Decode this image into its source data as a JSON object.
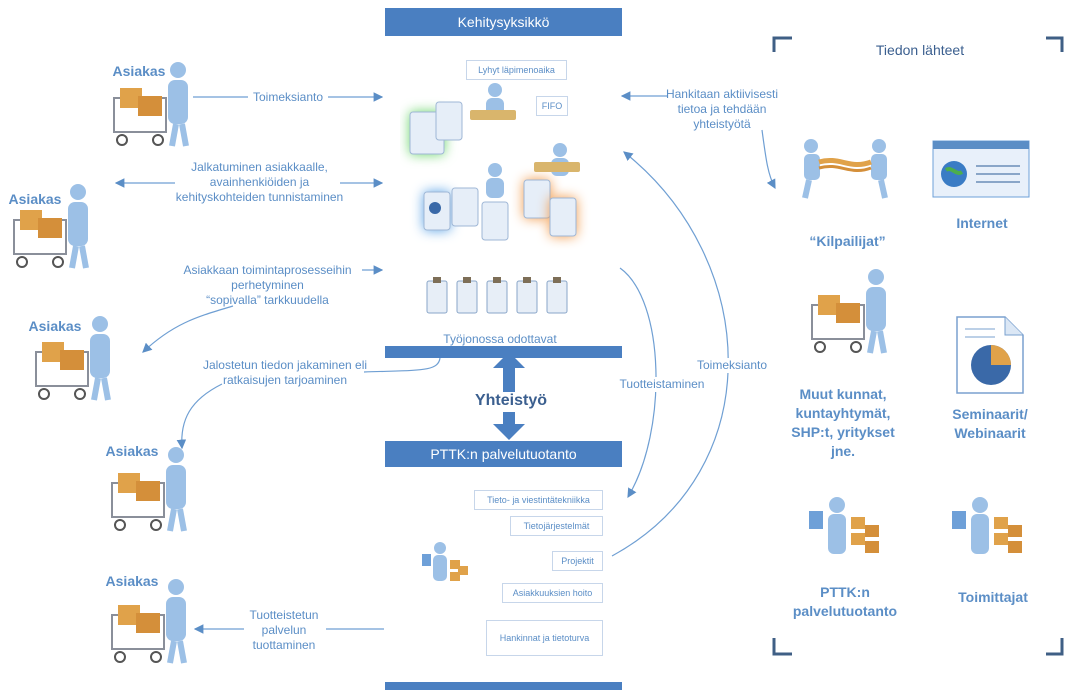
{
  "center": {
    "top_title": "Kehitysyksikkö",
    "tags": {
      "lyhyt": "Lyhyt läpimenoaika",
      "fifo": "FIFO"
    },
    "queue_label": "Työjonossa odottavat",
    "collaboration": "Yhteistyö",
    "production_title": "PTTK:n palvelutuotanto",
    "services": [
      "Tieto- ja viestintätekniikka",
      "Tietojärjestelmät",
      "Projektit",
      "Asiakkuuksien hoito",
      "Hankinnat ja tietoturva"
    ]
  },
  "customers": [
    "Asiakas",
    "Asiakas",
    "Asiakas",
    "Asiakas",
    "Asiakas"
  ],
  "flows": {
    "toimeksianto_left": "Toimeksianto",
    "jalkautuminen": "Jalkatuminen asiakkaalle,\navainhenkiöiden ja\nkehityskohteiden tunnistaminen",
    "perehtyminen": "Asiakkaan toimintaprosesseihin\nperhetyminen\n“sopivalla” tarkkuudella",
    "jakaminen": "Jalostetun tiedon jakaminen eli\nratkaisujen tarjoaminen",
    "tuottaminen": "Tuotteistetun\npalvelun\ntuottaminen",
    "hankitaan": "Hankitaan aktiivisesti\ntietoa ja tehdään\nyhteistyötä",
    "tuotteistaminen": "Tuotteistaminen",
    "toimeksianto_right": "Toimeksianto"
  },
  "sources": {
    "title": "Tiedon lähteet",
    "items": [
      "“Kilpailijat”",
      "Internet",
      "Muut kunnat,\nkuntayhtymät,\nSHP:t, yritykset\njne.",
      "Seminaarit/\nWebinaarit",
      "PTTK:n\npalvelutuotanto",
      "Toimittajat"
    ]
  },
  "colors": {
    "accent": "#4a7fc1",
    "text": "#5b8ec6",
    "figure": "#9cc0e6"
  }
}
